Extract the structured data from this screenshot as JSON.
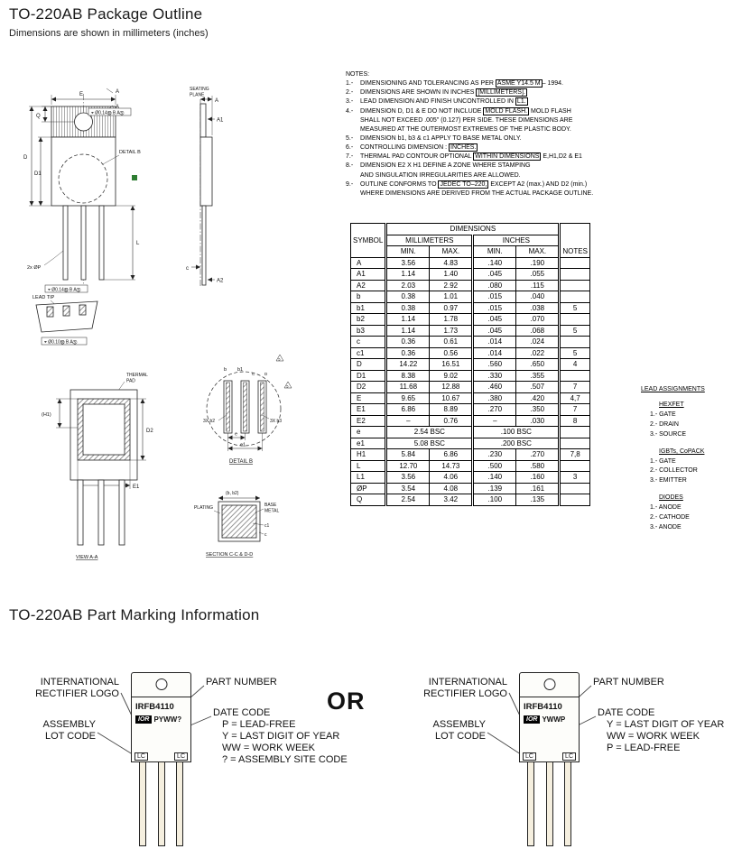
{
  "page": {
    "title1": "TO-220AB Package Outline",
    "subtitle1": "Dimensions are shown in millimeters (inches)",
    "title2": "TO-220AB Part Marking Information"
  },
  "notes": {
    "heading": "NOTES:",
    "items": [
      {
        "num": "1.-",
        "parts": [
          {
            "t": "DIMENSIONING AND TOLERANCING AS PER "
          },
          {
            "t": "ASME Y14.5 M",
            "box": true
          },
          {
            "t": "– 1994."
          }
        ]
      },
      {
        "num": "2.-",
        "parts": [
          {
            "t": "DIMENSIONS ARE SHOWN IN INCHES "
          },
          {
            "t": "[MILLIMETERS].",
            "box": true
          }
        ]
      },
      {
        "num": "3.-",
        "parts": [
          {
            "t": "LEAD DIMENSION AND FINISH UNCONTROLLED IN "
          },
          {
            "t": "L1.",
            "box": true
          }
        ]
      },
      {
        "num": "4.-",
        "parts": [
          {
            "t": "DIMENSION D, D1 & E DO NOT INCLUDE "
          },
          {
            "t": "MOLD FLASH.",
            "box": true
          },
          {
            "t": " MOLD FLASH\nSHALL NOT EXCEED .005\" (0.127) PER SIDE. THESE DIMENSIONS ARE\nMEASURED AT THE OUTERMOST EXTREMES OF THE PLASTIC BODY."
          }
        ]
      },
      {
        "num": "5.-",
        "text": "DIMENSION b1, b3 & c1 APPLY TO BASE METAL ONLY."
      },
      {
        "num": "6.-",
        "parts": [
          {
            "t": "CONTROLLING DIMENSION : "
          },
          {
            "t": "INCHES.",
            "box": true
          }
        ]
      },
      {
        "num": "7.-",
        "parts": [
          {
            "t": "THERMAL PAD CONTOUR OPTIONAL "
          },
          {
            "t": "WITHIN DIMENSIONS",
            "box": true
          },
          {
            "t": " E,H1,D2 & E1"
          }
        ]
      },
      {
        "num": "8.-",
        "text": "DIMENSION E2 X H1 DEFINE A ZONE WHERE STAMPING\nAND SINGULATION IRREGULARITIES ARE ALLOWED."
      },
      {
        "num": "9.-",
        "parts": [
          {
            "t": "OUTLINE CONFORMS TO "
          },
          {
            "t": "JEDEC TO–220,",
            "box": true
          },
          {
            "t": " EXCEPT A2 (max.) AND D2 (min.)\nWHERE DIMENSIONS ARE DERIVED FROM THE ACTUAL PACKAGE OUTLINE."
          }
        ]
      }
    ]
  },
  "table": {
    "title": "DIMENSIONS",
    "col_symbol": "SYMBOL",
    "col_mm": "MILLIMETERS",
    "col_in": "INCHES",
    "col_min": "MIN.",
    "col_max": "MAX.",
    "col_min2": "MIN.",
    "col_max2": "MAX.",
    "col_notes": "NOTES",
    "rows": [
      {
        "sym": "A",
        "mm_min": "3.56",
        "mm_max": "4.83",
        "in_min": ".140",
        "in_max": ".190",
        "note": ""
      },
      {
        "sym": "A1",
        "mm_min": "1.14",
        "mm_max": "1.40",
        "in_min": ".045",
        "in_max": ".055",
        "note": ""
      },
      {
        "sym": "A2",
        "mm_min": "2.03",
        "mm_max": "2.92",
        "in_min": ".080",
        "in_max": ".115",
        "note": ""
      },
      {
        "sym": "b",
        "mm_min": "0.38",
        "mm_max": "1.01",
        "in_min": ".015",
        "in_max": ".040",
        "note": ""
      },
      {
        "sym": "b1",
        "mm_min": "0.38",
        "mm_max": "0.97",
        "in_min": ".015",
        "in_max": ".038",
        "note": "5"
      },
      {
        "sym": "b2",
        "mm_min": "1.14",
        "mm_max": "1.78",
        "in_min": ".045",
        "in_max": ".070",
        "note": ""
      },
      {
        "sym": "b3",
        "mm_min": "1.14",
        "mm_max": "1.73",
        "in_min": ".045",
        "in_max": ".068",
        "note": "5"
      },
      {
        "sym": "c",
        "mm_min": "0.36",
        "mm_max": "0.61",
        "in_min": ".014",
        "in_max": ".024",
        "note": ""
      },
      {
        "sym": "c1",
        "mm_min": "0.36",
        "mm_max": "0.56",
        "in_min": ".014",
        "in_max": ".022",
        "note": "5"
      },
      {
        "sym": "D",
        "mm_min": "14.22",
        "mm_max": "16.51",
        "in_min": ".560",
        "in_max": ".650",
        "note": "4"
      },
      {
        "sym": "D1",
        "mm_min": "8.38",
        "mm_max": "9.02",
        "in_min": ".330",
        "in_max": ".355",
        "note": ""
      },
      {
        "sym": "D2",
        "mm_min": "11.68",
        "mm_max": "12.88",
        "in_min": ".460",
        "in_max": ".507",
        "note": "7"
      },
      {
        "sym": "E",
        "mm_min": "9.65",
        "mm_max": "10.67",
        "in_min": ".380",
        "in_max": ".420",
        "note": "4,7"
      },
      {
        "sym": "E1",
        "mm_min": "6.86",
        "mm_max": "8.89",
        "in_min": ".270",
        "in_max": ".350",
        "note": "7"
      },
      {
        "sym": "E2",
        "mm_min": "–",
        "mm_max": "0.76",
        "in_min": "–",
        "in_max": ".030",
        "note": "8"
      },
      {
        "sym": "e",
        "bsc": true,
        "mm": "2.54 BSC",
        "in": ".100 BSC",
        "note": ""
      },
      {
        "sym": "e1",
        "bsc": true,
        "mm": "5.08 BSC",
        "in": ".200 BSC",
        "note": ""
      },
      {
        "sym": "H1",
        "mm_min": "5.84",
        "mm_max": "6.86",
        "in_min": ".230",
        "in_max": ".270",
        "note": "7,8"
      },
      {
        "sym": "L",
        "mm_min": "12.70",
        "mm_max": "14.73",
        "in_min": ".500",
        "in_max": ".580",
        "note": ""
      },
      {
        "sym": "L1",
        "mm_min": "3.56",
        "mm_max": "4.06",
        "in_min": ".140",
        "in_max": ".160",
        "note": "3"
      },
      {
        "sym": "ØP",
        "mm_min": "3.54",
        "mm_max": "4.08",
        "in_min": ".139",
        "in_max": ".161",
        "note": ""
      },
      {
        "sym": "Q",
        "mm_min": "2.54",
        "mm_max": "3.42",
        "in_min": ".100",
        "in_max": ".135",
        "note": ""
      }
    ]
  },
  "lead_assignments": {
    "title": "LEAD ASSIGNMENTS",
    "groups": [
      {
        "heading": "HEXFET",
        "items": [
          "1.- GATE",
          "2.- DRAIN",
          "3.- SOURCE"
        ]
      },
      {
        "heading": "IGBTs, CoPACK",
        "items": [
          "1.- GATE",
          "2.- COLLECTOR",
          "3.- EMITTER"
        ]
      },
      {
        "heading": "DIODES",
        "items": [
          "1.- ANODE",
          "2.- CATHODE",
          "3.- ANODE"
        ]
      }
    ]
  },
  "drawings": {
    "front": {
      "dim_top": "E",
      "dim_q": "Q",
      "dim_d": "D",
      "dim_d1": "D1",
      "dim_l": "L",
      "dim_hole": "2x ØP",
      "section_a1": "A",
      "section_a2": "A",
      "fcf": "⌖ Ø0.14Ⓜ B AⓈ",
      "fcf2": "⌖ Ø0.14Ⓜ B AⓈ",
      "detail_ref": "DETAIL  B"
    },
    "lead_tip": {
      "label": "LEAD TIP",
      "fcf": "⌖ Ø0.10Ⓜ B AⓈ"
    },
    "side": {
      "seating1": "SEATING",
      "seating2": "PLANE",
      "dim_a": "A",
      "dim_a1": "A1",
      "dim_a2": "A2",
      "dim_c": "c"
    },
    "back": {
      "label1": "THERMAL",
      "label2": "PAD",
      "dim_h1": "(H1)",
      "dim_d2": "D2",
      "dim_e1": "E1",
      "view": "VIEW A-A"
    },
    "detail": {
      "dim_b": "b",
      "dim_b1": "b1",
      "dim_b2": "3X b2",
      "dim_b3": "3X b3",
      "dim_e": "e",
      "dim_e1": "e1",
      "mark_c": "C",
      "mark_d": "D",
      "tri_note": "5",
      "title": "DETAIL  B"
    },
    "section": {
      "plating": "PLATING",
      "base1": "BASE",
      "base2": "METAL",
      "dim_bb2": "(b, b2)",
      "dim_c1": "c1",
      "dim_c": "c",
      "title": "SECTION C-C & D-D"
    }
  },
  "marking": {
    "or_text": "OR",
    "left": {
      "logo_label_1": "INTERNATIONAL",
      "logo_label_2": "RECTIFIER LOGO",
      "part_number_label": "PART NUMBER",
      "assembly_label_1": "ASSEMBLY",
      "assembly_label_2": "LOT CODE",
      "date_code_label": "DATE CODE",
      "date_code_lines": [
        "P = LEAD-FREE",
        "Y = LAST DIGIT OF YEAR",
        "WW = WORK WEEK",
        "? = ASSEMBLY SITE CODE"
      ],
      "part_number": "IRFB4110",
      "logo_text": "IOR",
      "date_code": "PYWW?",
      "lot_code_l": "LC",
      "lot_code_r": "LC"
    },
    "right": {
      "logo_label_1": "INTERNATIONAL",
      "logo_label_2": "RECTIFIER LOGO",
      "part_number_label": "PART NUMBER",
      "assembly_label_1": "ASSEMBLY",
      "assembly_label_2": "LOT CODE",
      "date_code_label": "DATE CODE",
      "date_code_lines": [
        "Y = LAST DIGIT OF YEAR",
        "WW = WORK WEEK",
        "P = LEAD-FREE"
      ],
      "part_number": "IRFB4110",
      "logo_text": "IOR",
      "date_code": "YWWP",
      "lot_code_l": "LC",
      "lot_code_r": "LC"
    }
  }
}
